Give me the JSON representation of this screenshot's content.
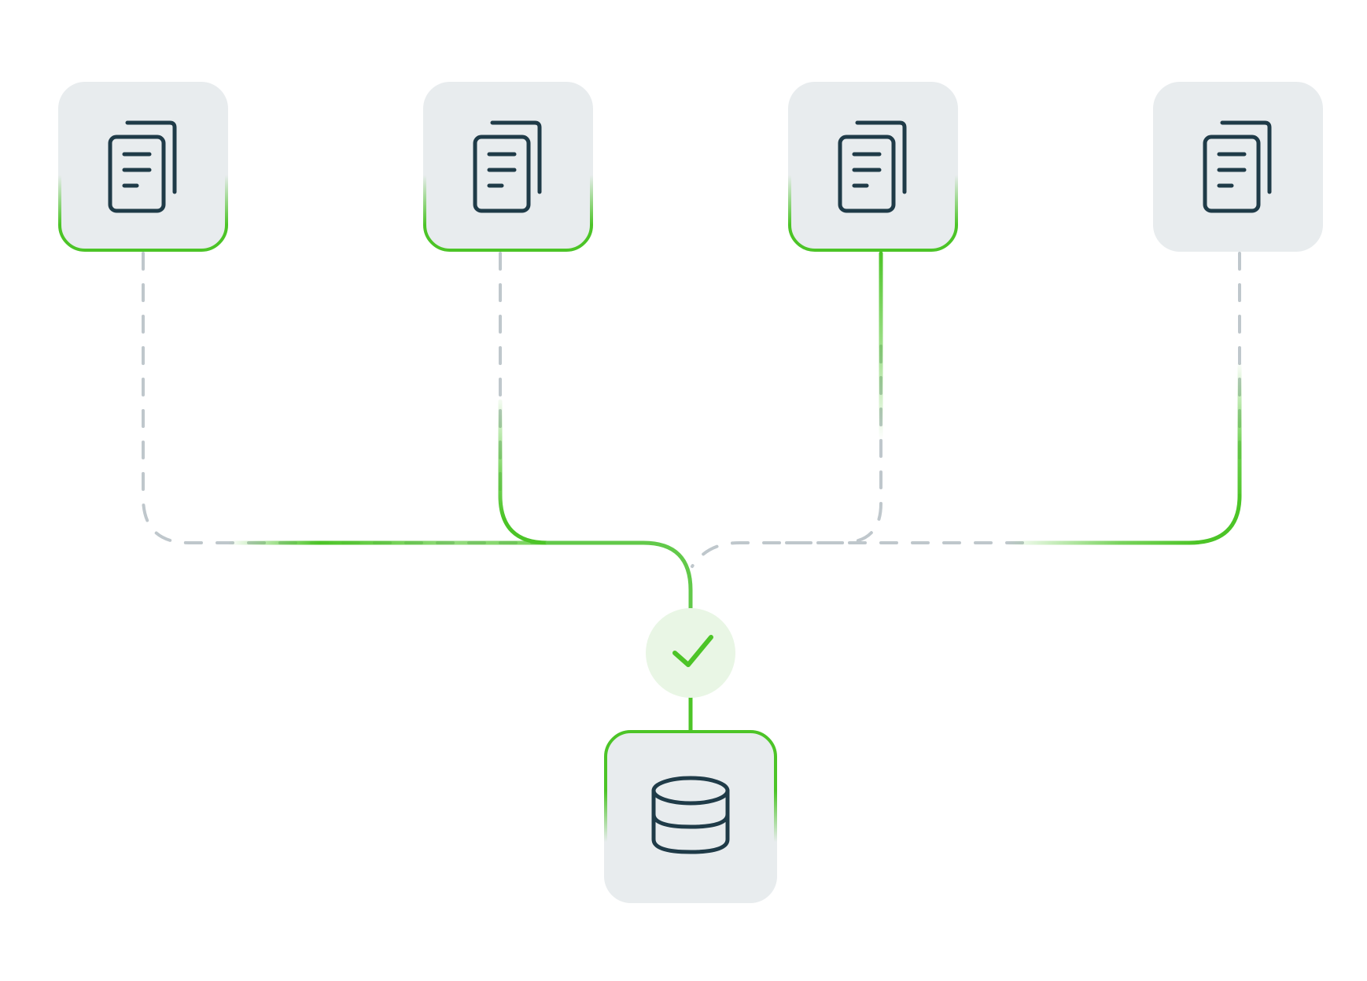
{
  "diagram": {
    "sources": [
      {
        "id": "source-1",
        "icon": "document-stack-icon",
        "status": "idle"
      },
      {
        "id": "source-2",
        "icon": "document-stack-icon",
        "status": "idle"
      },
      {
        "id": "source-3",
        "icon": "document-stack-icon",
        "status": "active"
      },
      {
        "id": "source-4",
        "icon": "document-stack-icon",
        "status": "idle"
      }
    ],
    "merge_node": {
      "icon": "checkmark-icon",
      "status": "success"
    },
    "target": {
      "icon": "database-icon",
      "status": "active"
    }
  },
  "colors": {
    "accent_green": "#4cc427",
    "check_bg": "#e9f6e5",
    "card_bg": "#e8ecee",
    "dash_gray": "#bfc7cc",
    "icon_dark": "#1f3b48",
    "background": "#ffffff"
  }
}
